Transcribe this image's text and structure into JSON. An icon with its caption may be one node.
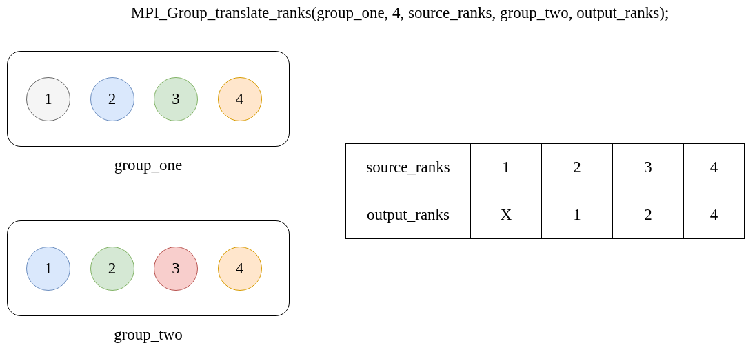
{
  "diagram": {
    "title": "MPI_Group_translate_ranks(group_one, 4, source_ranks, group_two, output_ranks);",
    "nodes": [
      {
        "text": [
          "group_one"
        ]
      },
      {
        "text": [
          "1"
        ],
        "in": 0
      },
      {
        "text": [
          "2"
        ],
        "in": 0
      },
      {
        "text": [
          "3"
        ],
        "in": 0
      },
      {
        "text": [
          "4"
        ],
        "in": 0
      },
      {
        "text": [
          "group_two"
        ]
      },
      {
        "text": [
          "1"
        ],
        "in": 5
      },
      {
        "text": [
          "2"
        ],
        "in": 5
      },
      {
        "text": [
          "3"
        ],
        "in": 5
      },
      {
        "text": [
          "4"
        ],
        "in": 5
      }
    ],
    "edges": [],
    "labels": [
      "source_ranks",
      "1",
      "2",
      "3",
      "4",
      "output_ranks",
      "X",
      "1",
      "2",
      "4"
    ]
  }
}
